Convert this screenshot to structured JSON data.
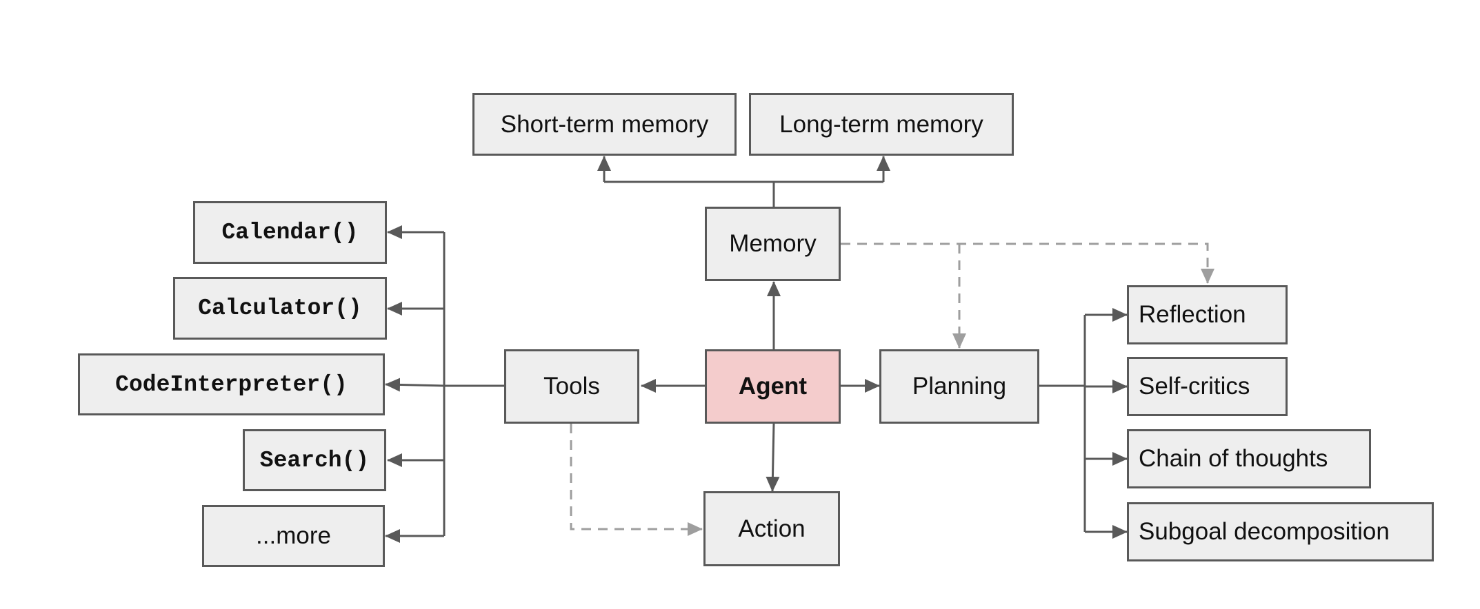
{
  "colors": {
    "node_fill": "#eeeeee",
    "node_border": "#595959",
    "agent_fill": "#f4cccc",
    "arrow": "#595959",
    "dashed_arrow": "#9e9e9e"
  },
  "nodes": {
    "short_term_memory": "Short-term memory",
    "long_term_memory": "Long-term memory",
    "memory": "Memory",
    "agent": "Agent",
    "tools": "Tools",
    "planning": "Planning",
    "action": "Action",
    "calendar": "Calendar()",
    "calculator": "Calculator()",
    "code_interpreter": "CodeInterpreter()",
    "search": "Search()",
    "more": "...more",
    "reflection": "Reflection",
    "self_critics": "Self-critics",
    "chain_of_thoughts": "Chain of thoughts",
    "subgoal_decomposition": "Subgoal decomposition"
  }
}
